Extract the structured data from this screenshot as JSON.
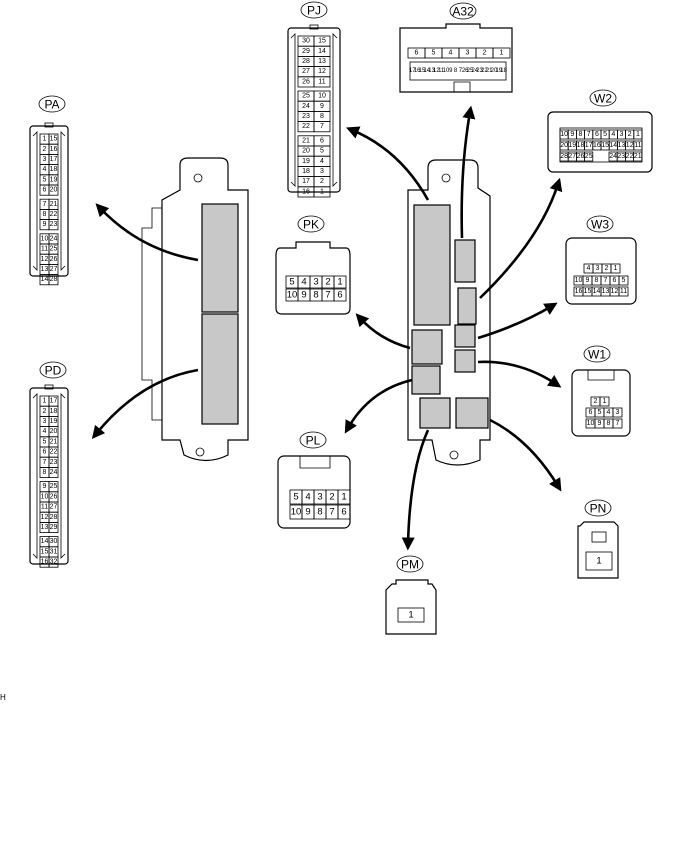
{
  "connectors": {
    "PA": {
      "name": "PA",
      "left": [
        "1",
        "2",
        "3",
        "4",
        "5",
        "6",
        "7",
        "8",
        "9",
        "10",
        "11",
        "12",
        "13",
        "14"
      ],
      "right": [
        "15",
        "16",
        "17",
        "18",
        "19",
        "20",
        "21",
        "22",
        "23",
        "24",
        "25",
        "26",
        "27",
        "28"
      ]
    },
    "PD": {
      "name": "PD",
      "left": [
        "1",
        "2",
        "3",
        "4",
        "5",
        "6",
        "7",
        "8",
        "9",
        "10",
        "11",
        "12",
        "13",
        "14",
        "15",
        "16"
      ],
      "right": [
        "17",
        "18",
        "19",
        "20",
        "21",
        "22",
        "23",
        "24",
        "25",
        "26",
        "27",
        "28",
        "29",
        "30",
        "31",
        "32"
      ]
    },
    "PJ": {
      "name": "PJ",
      "left": [
        "30",
        "29",
        "28",
        "27",
        "26",
        "25",
        "24",
        "23",
        "22",
        "21",
        "20",
        "19",
        "18",
        "17",
        "16"
      ],
      "right": [
        "15",
        "14",
        "13",
        "12",
        "11",
        "10",
        "9",
        "8",
        "7",
        "6",
        "5",
        "4",
        "3",
        "2",
        "1"
      ]
    },
    "A32": {
      "name": "A32",
      "top": [
        "6",
        "5",
        "4",
        "3",
        "2",
        "1"
      ],
      "bottom": [
        "17",
        "16",
        "15",
        "14",
        "13",
        "12",
        "11",
        "10",
        "9",
        "8",
        "7",
        "26",
        "25",
        "24",
        "23",
        "22",
        "21",
        "20",
        "19",
        "18"
      ]
    },
    "W2": {
      "name": "W2",
      "top": [
        "10",
        "9",
        "8",
        "7",
        "6",
        "5",
        "4",
        "3",
        "2",
        "1"
      ],
      "mid": [
        "20",
        "19",
        "18",
        "17",
        "16",
        "15",
        "14",
        "13",
        "12",
        "11"
      ],
      "bottom": [
        "28",
        "27",
        "26",
        "25",
        "24",
        "23",
        "22",
        "21"
      ]
    },
    "W3": {
      "name": "W3",
      "top": [
        "4",
        "3",
        "2",
        "1"
      ],
      "mid": [
        "10",
        "9",
        "8",
        "7",
        "6",
        "5"
      ],
      "bottom": [
        "16",
        "15",
        "14",
        "13",
        "12",
        "11"
      ]
    },
    "PK": {
      "name": "PK",
      "top": [
        "5",
        "4",
        "3",
        "2",
        "1"
      ],
      "bottom": [
        "10",
        "9",
        "8",
        "7",
        "6"
      ]
    },
    "W1": {
      "name": "W1",
      "top": [
        "2",
        "1"
      ],
      "mid": [
        "6",
        "5",
        "4",
        "3"
      ],
      "bottom": [
        "10",
        "9",
        "8",
        "7"
      ]
    },
    "PL": {
      "name": "PL",
      "top": [
        "5",
        "4",
        "3",
        "2",
        "1"
      ],
      "bottom": [
        "10",
        "9",
        "8",
        "7",
        "6"
      ]
    },
    "PM": {
      "name": "PM",
      "pins": [
        "1"
      ]
    },
    "PN": {
      "name": "PN",
      "pins": [
        "1"
      ]
    }
  },
  "stray_text": "H"
}
